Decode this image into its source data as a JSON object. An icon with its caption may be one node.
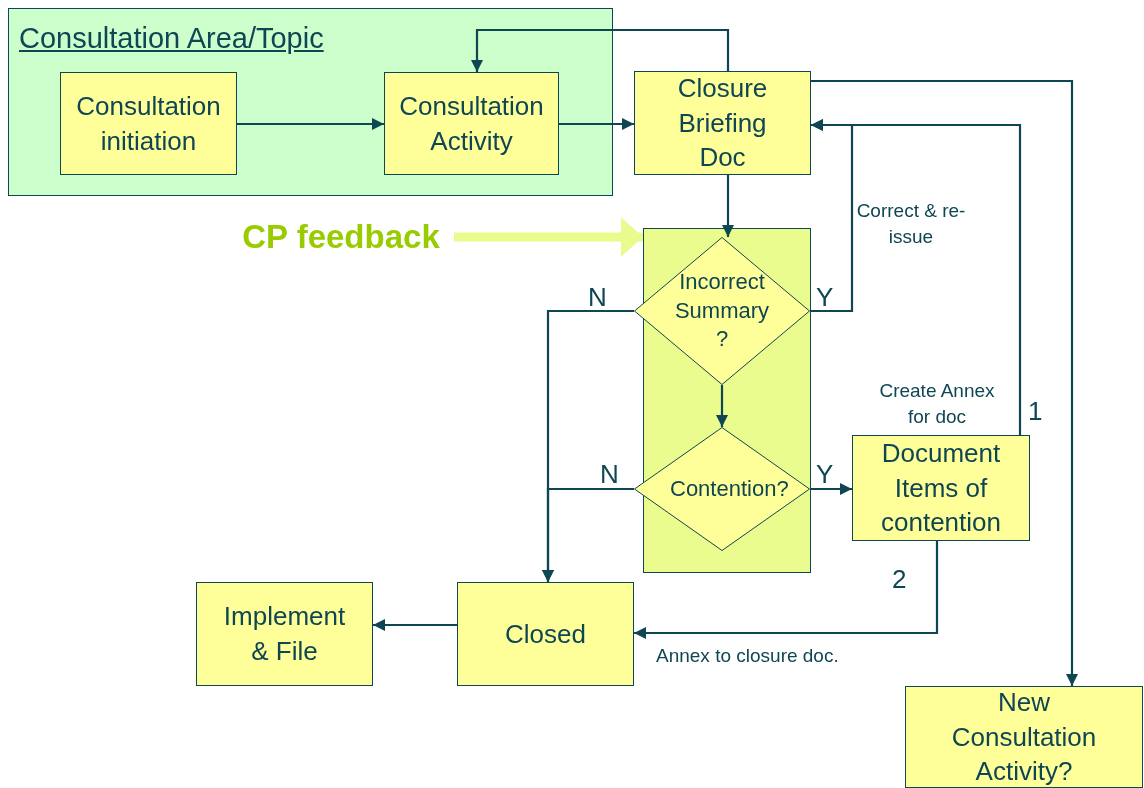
{
  "diagram": {
    "nodes": [
      {
        "text": [
          "Consultation Area/Topic"
        ]
      },
      {
        "text": [
          "Consultation initiation"
        ],
        "in": 0
      },
      {
        "text": [
          "Consultation Activity"
        ],
        "in": 0
      },
      {
        "text": [
          "Closure Briefing Doc"
        ]
      },
      {
        "text": [
          "CP feedback"
        ]
      },
      {
        "text": [],
        "shape": "box"
      },
      {
        "text": [
          "Incorrect Summary ?"
        ],
        "in": 5
      },
      {
        "text": [
          "Contention?"
        ],
        "in": 5
      },
      {
        "text": [
          "Document Items of contention"
        ],
        "beside": [
          "Create Annex for doc"
        ]
      },
      {
        "text": [
          "Closed"
        ]
      },
      {
        "text": [
          "Implement & File"
        ]
      },
      {
        "text": [
          "New Consultation Activity?"
        ]
      }
    ],
    "edges": [
      {
        "from": 1,
        "to": 2,
        "arrow": "to"
      },
      {
        "from": 2,
        "to": 3,
        "arrow": "to"
      },
      {
        "from": 3,
        "to": 2,
        "arrow": "to"
      },
      {
        "from": 3,
        "to": 6,
        "arrow": "to"
      },
      {
        "from": 3,
        "to": 11,
        "arrow": "to"
      },
      {
        "from": 4,
        "to": 5,
        "arrow": "to",
        "style": "thick",
        "color": "#e8fb8c"
      },
      {
        "from": 6,
        "to": 3,
        "arrow": "to",
        "label": "Y"
      },
      {
        "from": 6,
        "to": 7,
        "arrow": "to"
      },
      {
        "from": 6,
        "to": 9,
        "arrow": "to",
        "label": "N"
      },
      {
        "from": 7,
        "to": 9,
        "arrow": "to",
        "label": "N"
      },
      {
        "from": 7,
        "to": 8,
        "arrow": "to",
        "label": "Y"
      },
      {
        "from": 8,
        "to": 3,
        "arrow": "to",
        "label": "1"
      },
      {
        "from": 8,
        "to": 9,
        "arrow": "to",
        "label": "2"
      },
      {
        "from": 9,
        "to": 10,
        "arrow": "to"
      }
    ],
    "labels": [
      "Correct & re-issue",
      "Annex to closure doc."
    ]
  }
}
